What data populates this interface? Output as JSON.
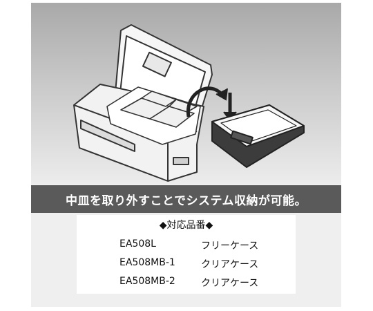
{
  "illustration": {
    "subject": "tool-box-with-removable-tray",
    "icon": "rotate-arrows-icon"
  },
  "banner": {
    "text": "中皿を取り外すことでシステム収納が可能。"
  },
  "compat": {
    "heading": "◆対応品番◆",
    "items": [
      {
        "code": "EA508L",
        "desc": "フリーケース"
      },
      {
        "code": "EA508MB-1",
        "desc": "クリアケース"
      },
      {
        "code": "EA508MB-2",
        "desc": "クリアケース"
      }
    ]
  },
  "colors": {
    "banner_bg": "#5a5a5a",
    "panel_bg": "#efefef"
  }
}
